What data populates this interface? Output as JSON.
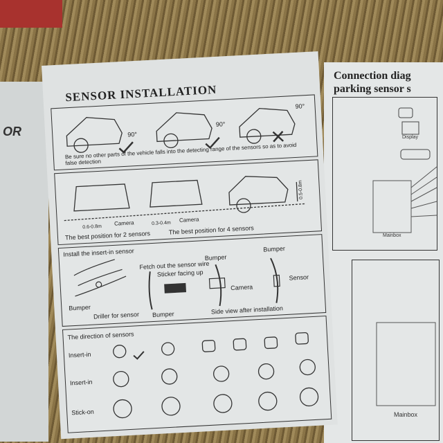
{
  "left_page": {
    "fragment": "OR"
  },
  "install": {
    "title": "SENSOR INSTALLATION",
    "angle_labels": [
      "90°",
      "90°",
      "90°"
    ],
    "range_note": "Be sure no other parts of the vehicle falls into the detecting range of the sensors so as to avoid false detection",
    "position": {
      "dist2": "0.6-0.8m",
      "dist4": "0.3-0.4m",
      "height": "0.5-0.8m",
      "camera": "Camera",
      "caption2": "The best position for 2 sensors",
      "caption4": "The best position for 4 sensors"
    },
    "insert": {
      "title": "Install the insert-in sensor",
      "bumper": "Bumper",
      "driller": "Driller for sensor",
      "fetch": "Fetch out the sensor wire",
      "sticker": "Sticker facing up",
      "camera": "Camera",
      "sensor": "Sensor",
      "side_view": "Side view after installation"
    },
    "direction": {
      "title": "The direction of sensors",
      "rows": [
        "Insert-in",
        "Insert-in",
        "Stick-on"
      ]
    }
  },
  "connection": {
    "title_line1": "Connection diag",
    "title_line2": "parking sensor s",
    "display": "Display",
    "mainbox": "Mainbox"
  }
}
